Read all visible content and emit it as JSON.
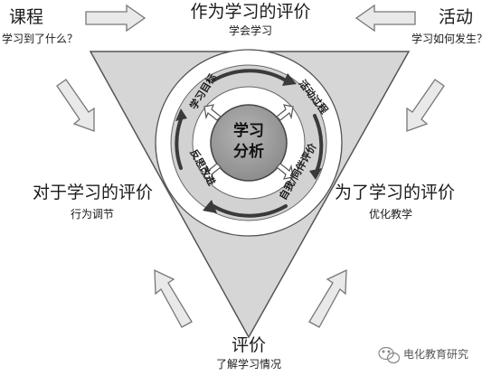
{
  "top": {
    "title": "作为学习的评价",
    "subtitle": "学会学习"
  },
  "left": {
    "title": "对于学习的评价",
    "subtitle": "行为调节"
  },
  "right": {
    "title": "为了学习的评价",
    "subtitle": "优化教学"
  },
  "bottom": {
    "title": "评价",
    "subtitle": "了解学习情况"
  },
  "corner_top_left": {
    "title": "课程",
    "subtitle": "学习到了什么？"
  },
  "corner_top_right": {
    "title": "活动",
    "subtitle": "学习如何发生？"
  },
  "hub": {
    "line1": "学习",
    "line2": "分析"
  },
  "ring": {
    "learning_goal": "学习目标",
    "activity_process": "活动过程",
    "self_peer_eval": "自我/同伴评价",
    "reflect_improve": "反思改进"
  },
  "watermark": "电化教育研究",
  "colors": {
    "triangle_fill": "#d9d9d9",
    "triangle_stroke": "#555555",
    "arrow_fill": "#e8e8e8",
    "hub_fill": "#9a9a9a"
  }
}
